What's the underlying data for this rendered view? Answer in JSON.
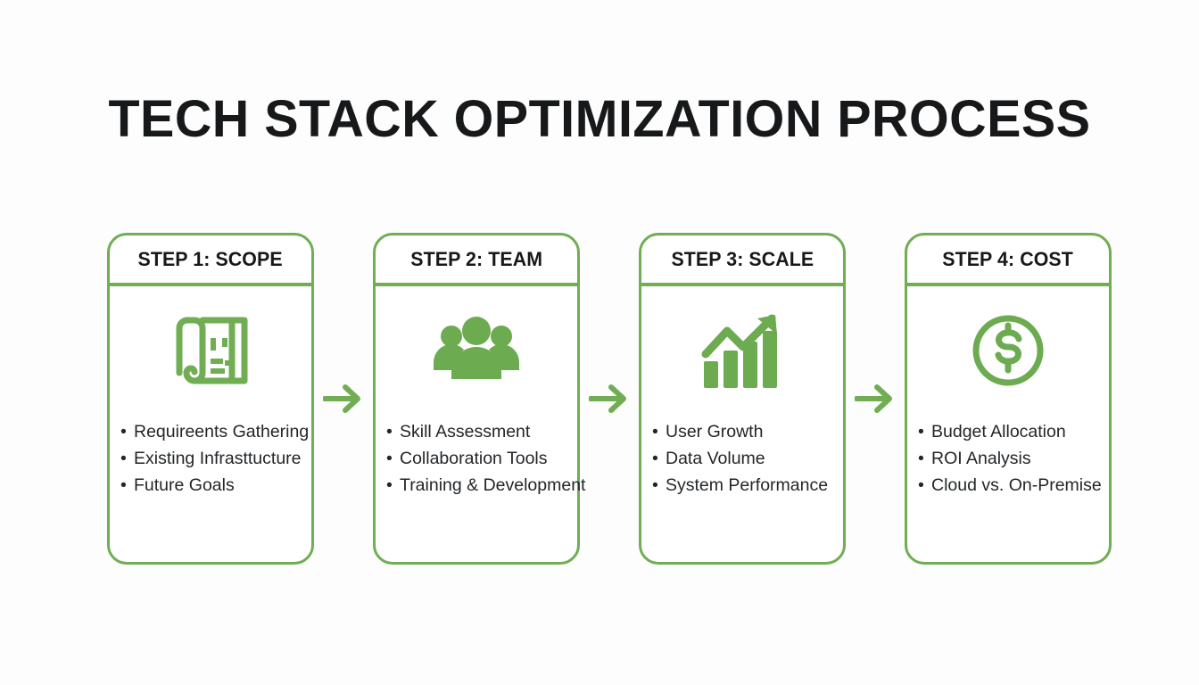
{
  "page": {
    "title": "TECH STACK OPTIMIZATION PROCESS",
    "background_color": "#fdfdfd",
    "accent_color": "#70ad53",
    "text_color": "#232629",
    "title_color": "#16181a"
  },
  "steps": [
    {
      "header": "STEP 1: SCOPE",
      "icon": "blueprint-icon",
      "items": [
        "Requireents Gathering",
        "Existing Infrasttucture",
        "Future Goals"
      ]
    },
    {
      "header": "STEP 2: TEAM",
      "icon": "people-group-icon",
      "items": [
        "Skill Assessment",
        "Collaboration Tools",
        "Training & Development"
      ]
    },
    {
      "header": "STEP 3: SCALE",
      "icon": "growth-chart-icon",
      "items": [
        "User Growth",
        "Data Volume",
        "System Performance"
      ]
    },
    {
      "header": "STEP 4: COST",
      "icon": "dollar-circle-icon",
      "items": [
        "Budget Allocation",
        "ROI Analysis",
        "Cloud vs. On-Premise"
      ]
    }
  ],
  "connectors": [
    {
      "name": "arrow-step1-to-step2",
      "glyph": "arrow-right-icon"
    },
    {
      "name": "arrow-step2-to-step3",
      "glyph": "arrow-right-icon"
    },
    {
      "name": "arrow-step3-to-step4",
      "glyph": "arrow-right-icon"
    }
  ]
}
